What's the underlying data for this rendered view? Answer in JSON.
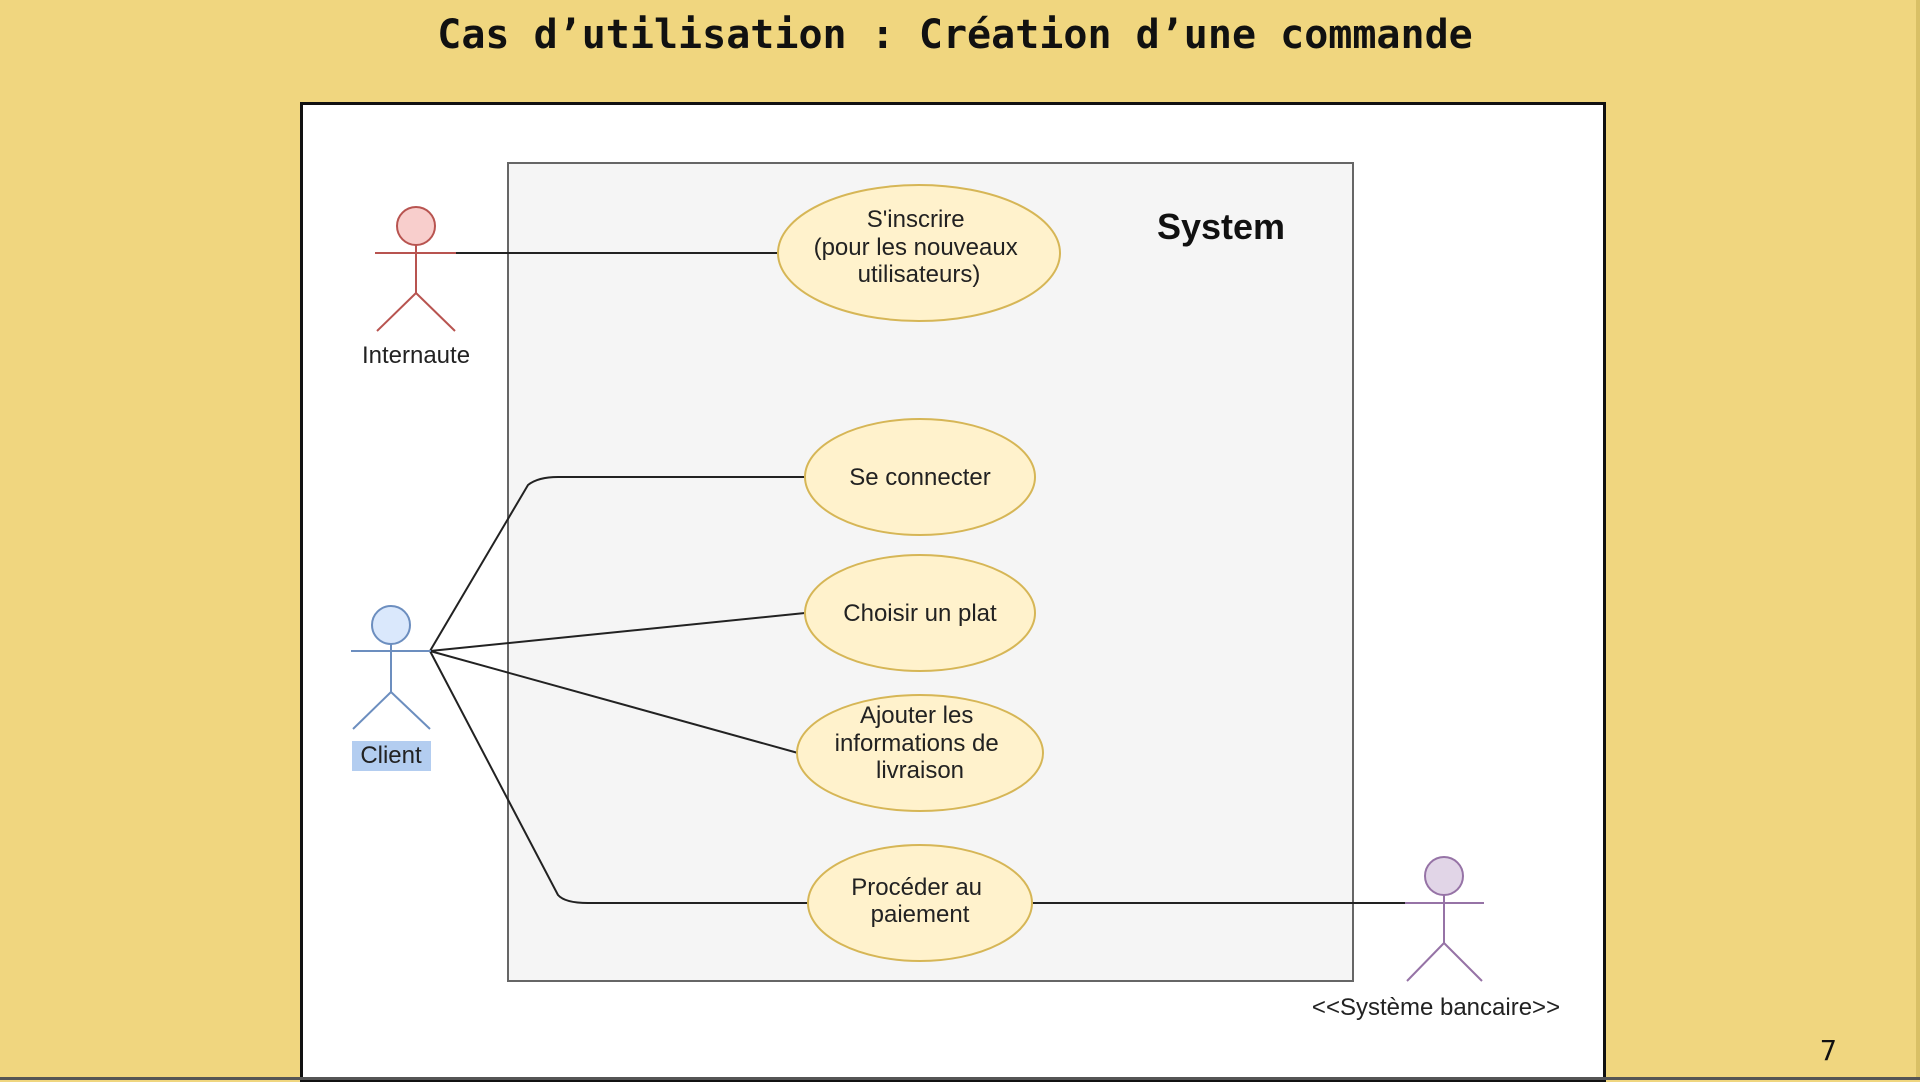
{
  "slide": {
    "title": "Cas d’utilisation : Création d’une commande",
    "page_number": "7"
  },
  "diagram": {
    "system_label": "System",
    "actors": {
      "internaute": {
        "label": "Internaute",
        "color": "#b85450",
        "head_fill": "#f8cecc"
      },
      "client": {
        "label": "Client",
        "color": "#6c8ebf",
        "head_fill": "#dae8fc",
        "selected": true
      },
      "banque": {
        "label": "<<Système bancaire>>",
        "color": "#9673a6",
        "head_fill": "#e1d5e7"
      }
    },
    "use_cases": {
      "inscrire": {
        "lines": [
          "S'inscrire",
          "(pour les nouveaux",
          "utilisateurs)"
        ]
      },
      "connecter": {
        "lines": [
          "Se connecter"
        ]
      },
      "choisir": {
        "lines": [
          "Choisir un plat"
        ]
      },
      "ajouter": {
        "lines": [
          "Ajouter les",
          "informations de",
          "livraison"
        ]
      },
      "payer": {
        "lines": [
          "Procéder au",
          "paiement"
        ]
      }
    },
    "colors": {
      "usecase_fill": "#fff2cc",
      "usecase_stroke": "#d6b656",
      "system_fill": "#f5f5f5",
      "system_stroke": "#666666",
      "selection": "#b3cdf0"
    }
  }
}
